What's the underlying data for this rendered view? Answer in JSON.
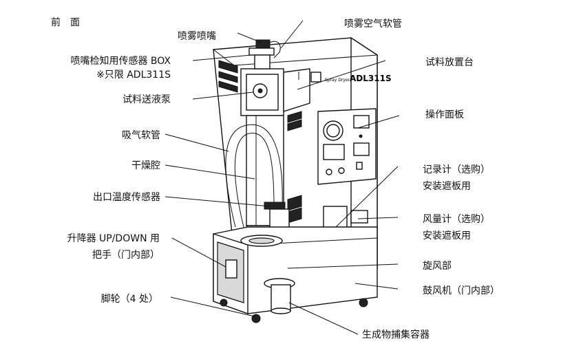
{
  "header": {
    "title": "前　面"
  },
  "labels": {
    "nozzle": "喷雾喷嘴",
    "spray_air_hose": "喷雾空气软管",
    "nozzle_sensor_box": "喷嘴检知用传感器 BOX",
    "adl311s_only": "※只限 ADL311S",
    "sample_stage": "试料放置台",
    "feed_pump": "试料送液泵",
    "control_panel": "操作面板",
    "suction_hose": "吸气软管",
    "drying_chamber": "干燥腔",
    "recorder_line1": "记录计（选购）",
    "recorder_line2": "安装遮板用",
    "outlet_temp_sensor": "出口温度传感器",
    "flowmeter_line1": "风量计（选购）",
    "flowmeter_line2": "安装遮板用",
    "lift_line1": "升降器 UP/DOWN 用",
    "lift_line2": "把手（门内部）",
    "cyclone": "旋风部",
    "blower": "鼓风机（门内部）",
    "casters": "脚轮（4 处）",
    "collector": "生成物捕集容器"
  },
  "device": {
    "model_text": "ADL311S",
    "brand_text": "Spray Dryer"
  }
}
